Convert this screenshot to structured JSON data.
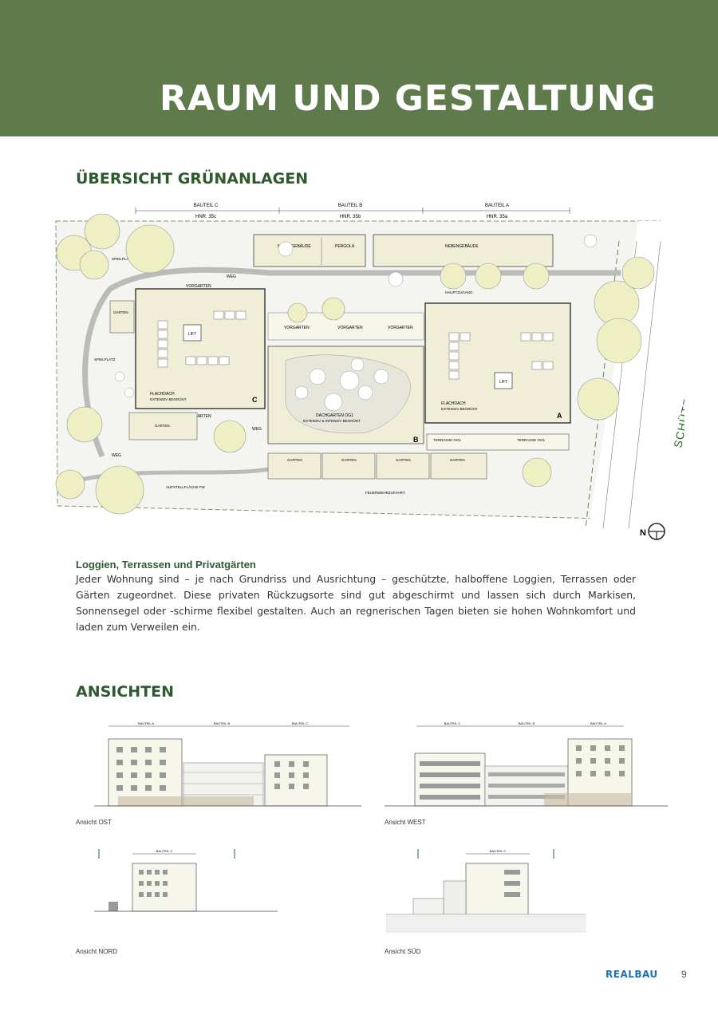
{
  "header": {
    "title": "RAUM UND GESTALTUNG",
    "color": "#5f7a4b"
  },
  "section_gruen": {
    "heading": "ÜBERSICHT GRÜNANLAGEN",
    "plan": {
      "bauteil_c": "BAUTEIL C",
      "hnr_c": "HNR. 35c",
      "bauteil_b": "BAUTEIL B",
      "hnr_b": "HNR. 35b",
      "bauteil_a": "BAUTEIL A",
      "hnr_a": "HNR. 35a",
      "street": "SCHÜTZENSTRASSE",
      "lift": "LIFT",
      "letter_c": "C",
      "letter_b": "B",
      "letter_a": "A",
      "garten": "GARTEN",
      "vorgarten": "VORGARTEN",
      "weg": "WEG",
      "spielplatz": "SPIELPLATZ",
      "flachdach": "FLACHDACH",
      "extensiv": "EXTENSIV BEGRÜNT",
      "dachgarten": "DACHGARTEN OG1",
      "dach_intensiv": "EXTENSIV & INTENSIV BEGRÜNT",
      "terrasse": "TERRASSE OG1",
      "nebengebaeude_1": "NEBENGEBÄUDE",
      "nebengebaeude_2": "NEBENGEBÄUDE",
      "pergola": "PERGOLA",
      "aufstellflaeche": "AUFSTELLFLÄCHE FW",
      "feuerwehrzufahrt": "FEUERWEHRZUFAHRT",
      "hauptzugang": "HAUPTZUGANG",
      "compass": "N"
    }
  },
  "text_block": {
    "subheading": "Loggien, Terrassen und Privatgärten",
    "paragraph": "Jeder Wohnung sind – je nach Grundriss und Ausrichtung – geschützte, halboffene Loggien, Terrassen oder Gärten zugeordnet. Diese privaten Rückzugsorte sind gut abgeschirmt und lassen sich durch Markisen, Sonnensegel oder -schirme flexibel gestalten. Auch an regnerischen Tagen bieten sie hohen Wohnkomfort und laden zum Verweilen ein."
  },
  "section_ansichten": {
    "heading": "ANSICHTEN",
    "ost": {
      "caption": "Ansicht OST",
      "l1": "BAUTEIL A",
      "l2": "BAUTEIL B",
      "l3": "BAUTEIL C"
    },
    "west": {
      "caption": "Ansicht WEST",
      "l1": "BAUTEIL C",
      "l2": "BAUTEIL B",
      "l3": "BAUTEIL A"
    },
    "nord": {
      "caption": "Ansicht NORD",
      "l1": "BAUTEIL C"
    },
    "sued": {
      "caption": "Ansicht SÜD",
      "l1": "BAUTEIL C"
    }
  },
  "footer": {
    "brand": "REALBAU",
    "page_number": "9",
    "brand_color": "#1f73b5"
  },
  "colors": {
    "accent_green": "#2f5a2f",
    "plan_fill": "#f1eed7",
    "tree_fill": "#eef0c4"
  }
}
